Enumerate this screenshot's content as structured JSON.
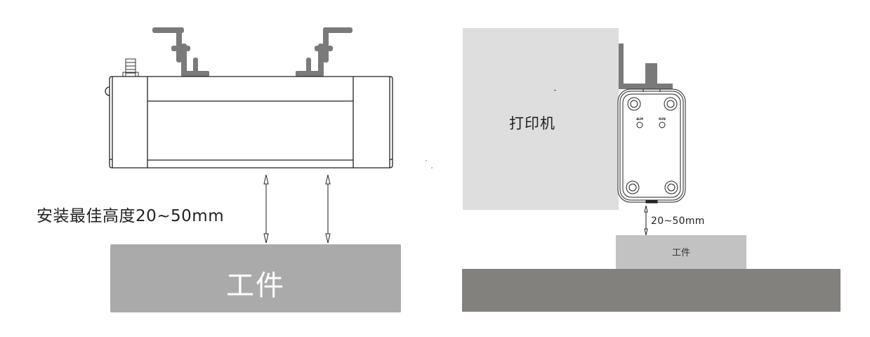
{
  "left_diagram": {
    "install_height_label": "安装最佳高度20~50mm",
    "workpiece_label": "工件",
    "colors": {
      "bracket": "#7a7a7a",
      "outline": "#222222",
      "workpiece": "#aaaaaa"
    }
  },
  "right_diagram": {
    "printer_label": "打印机",
    "distance_label": "20~50mm",
    "workpiece_label": "工件",
    "indicator_labels": [
      "ALM",
      "RUN"
    ],
    "colors": {
      "printer": "#dedede",
      "workpiece": "#c2c2c2",
      "base": "#82817e",
      "bracket": "#7a7a7a"
    }
  }
}
